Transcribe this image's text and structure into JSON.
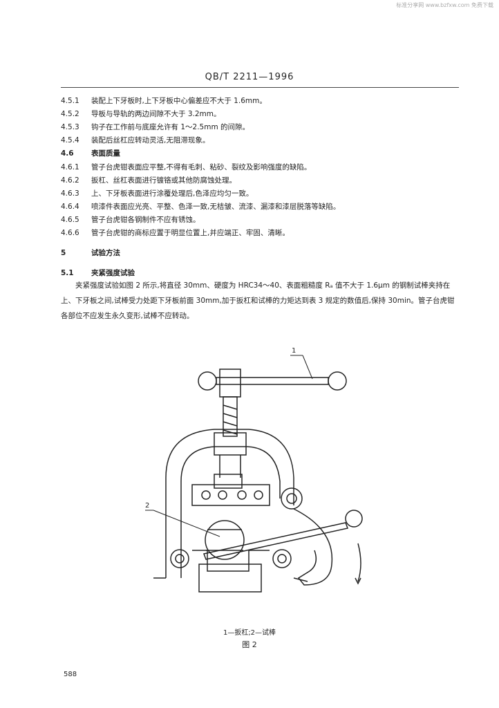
{
  "watermark": "标准分享网 www.bzfxw.com 免费下载",
  "header": "QB/T 2211—1996",
  "clauses": [
    {
      "num": "4.5.1",
      "text": "装配上下牙板时,上下牙板中心偏差应不大于 1.6mm。"
    },
    {
      "num": "4.5.2",
      "text": "导板与导轨的两边间隙不大于 3.2mm。"
    },
    {
      "num": "4.5.3",
      "text": "钩子在工作前与底座允许有 1～2.5mm 的间隙。"
    },
    {
      "num": "4.5.4",
      "text": "装配后丝杠应转动灵活,无阻滞现象。"
    },
    {
      "num": "4.6",
      "text": "表面质量"
    },
    {
      "num": "4.6.1",
      "text": "管子台虎钳表面应平整,不得有毛刺、粘砂、裂纹及影响强度的缺陷。"
    },
    {
      "num": "4.6.2",
      "text": "扳杠、丝杠表面进行镀铬或其他防腐蚀处理。"
    },
    {
      "num": "4.6.3",
      "text": "上、下牙板表面进行涂覆处理后,色泽应均匀一致。"
    },
    {
      "num": "4.6.4",
      "text": "喷漆件表面应光亮、平整、色泽一致,无桔皱、流漆、漏漆和漆层脱落等缺陷。"
    },
    {
      "num": "4.6.5",
      "text": "管子台虎钳各钢制件不应有锈蚀。"
    },
    {
      "num": "4.6.6",
      "text": "管子台虎钳的商标应置于明显位置上,并应端正、牢固、清晰。"
    }
  ],
  "section5": {
    "num": "5",
    "title": "试验方法"
  },
  "section51": {
    "num": "5.1",
    "title": "夹紧强度试验"
  },
  "paragraph": "夹紧强度试验如图 2 所示,将直径 30mm、硬度为 HRC34～40、表面粗糙度 Rₐ 值不大于 1.6μm 的钢制试棒夹持在上、下牙板之间,试棒受力处距下牙板前面 30mm,加于扳杠和试棒的力矩达到表 3 规定的数值后,保持 30min。管子台虎钳各部位不应发生永久变形,试棒不应转动。",
  "figure": {
    "callout_1": "1",
    "callout_2": "2",
    "legend": "1—扳杠;2—试棒",
    "caption": "图 2"
  },
  "page_number": "588"
}
